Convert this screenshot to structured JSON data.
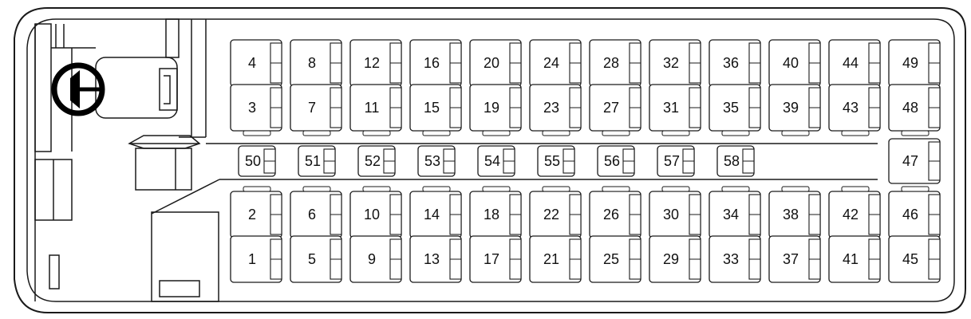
{
  "colors": {
    "stroke": "#1a1a1a",
    "background": "#ffffff",
    "wheel": "#000000"
  },
  "driver": {
    "icon": "steering-wheel-icon"
  },
  "seat_rows": {
    "top_outer": [
      "4",
      "8",
      "12",
      "16",
      "20",
      "24",
      "28",
      "32",
      "36",
      "40",
      "44",
      "49"
    ],
    "top_inner": [
      "3",
      "7",
      "11",
      "15",
      "19",
      "23",
      "27",
      "31",
      "35",
      "39",
      "43",
      "48"
    ],
    "aisle": [
      "50",
      "51",
      "52",
      "53",
      "54",
      "55",
      "56",
      "57",
      "58"
    ],
    "right_single": "47",
    "bottom_inner": [
      "2",
      "6",
      "10",
      "14",
      "18",
      "22",
      "26",
      "30",
      "34",
      "38",
      "42",
      "46"
    ],
    "bottom_outer": [
      "1",
      "5",
      "9",
      "13",
      "17",
      "21",
      "25",
      "29",
      "33",
      "37",
      "41",
      "45"
    ]
  }
}
